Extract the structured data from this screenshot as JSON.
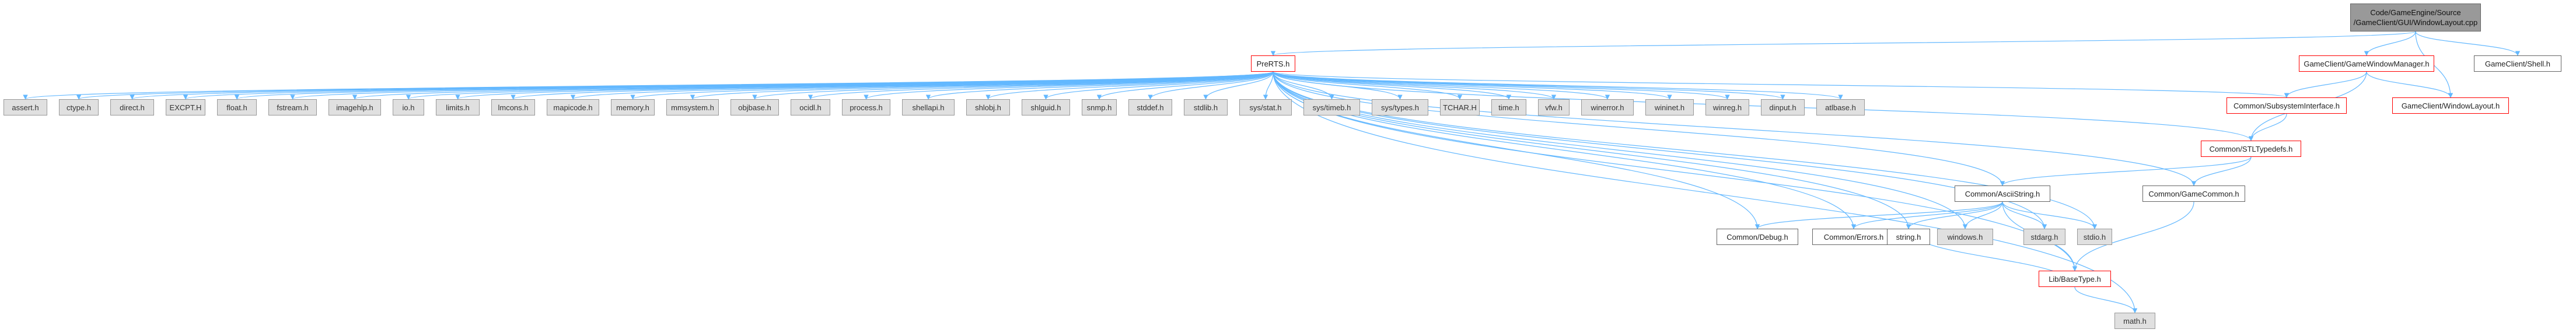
{
  "graph": {
    "root": [
      "Code/GameEngine/Source",
      "/GameClient/GUI/WindowLayout.cpp"
    ],
    "nodes": {
      "prerts": "PreRTS.h",
      "gcgwm": "GameClient/GameWindowManager.h",
      "gcshell": "GameClient/Shell.h",
      "gcwl": "GameClient/WindowLayout.h",
      "subsys": "Common/SubsystemInterface.h",
      "stltd": "Common/STLTypedefs.h",
      "ascii": "Common/AsciiString.h",
      "gamecommon": "Common/GameCommon.h",
      "debug": "Common/Debug.h",
      "errors": "Common/Errors.h",
      "string": "string.h",
      "windows": "windows.h",
      "stdarg": "stdarg.h",
      "stdio": "stdio.h",
      "basetype": "Lib/BaseType.h",
      "math": "math.h"
    },
    "system_headers": [
      "assert.h",
      "ctype.h",
      "direct.h",
      "EXCPT.H",
      "float.h",
      "fstream.h",
      "imagehlp.h",
      "io.h",
      "limits.h",
      "lmcons.h",
      "mapicode.h",
      "memory.h",
      "mmsystem.h",
      "objbase.h",
      "ocidl.h",
      "process.h",
      "shellapi.h",
      "shlobj.h",
      "shlguid.h",
      "snmp.h",
      "stddef.h",
      "stdlib.h",
      "sys/stat.h",
      "sys/timeb.h",
      "sys/types.h",
      "TCHAR.H",
      "time.h",
      "vfw.h",
      "winerror.h",
      "wininet.h",
      "winreg.h",
      "dinput.h",
      "atlbase.h"
    ],
    "colors": {
      "edge": "#63b8ff",
      "red_border": "#ff0000",
      "sys_fill": "#e0e0e0",
      "root_fill": "#999999"
    }
  }
}
